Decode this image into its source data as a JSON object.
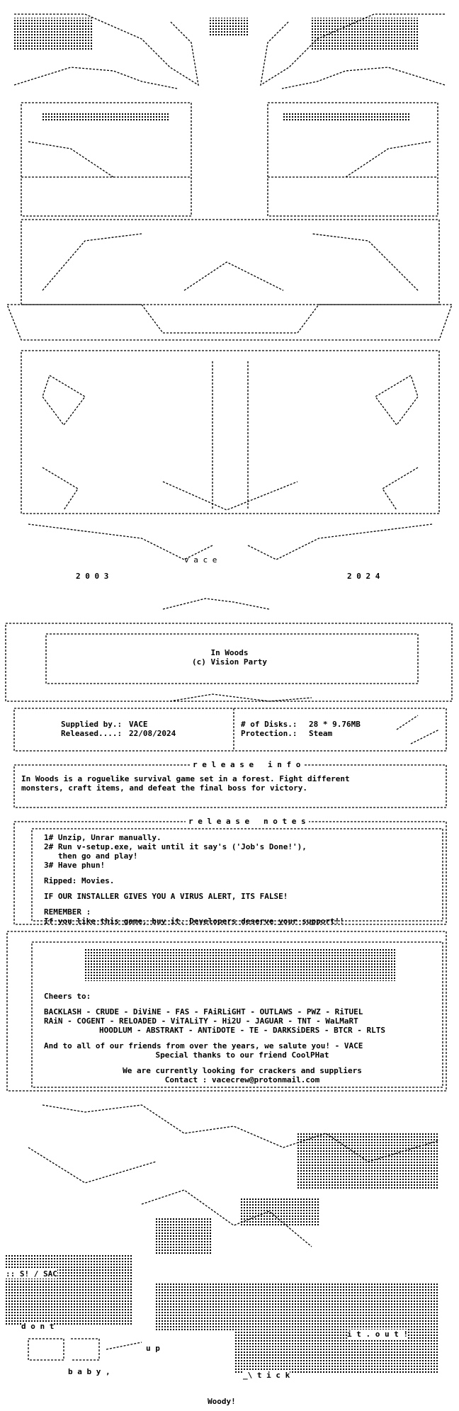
{
  "header": {
    "year_start": "2 0 0 3",
    "year_end": "2 0 2 4",
    "group_spaced": "v a c e"
  },
  "title_box": {
    "title": "In Woods",
    "subtitle": "(c) Vision Party"
  },
  "supply": {
    "supplied_by_label": "Supplied by.:",
    "supplied_by": "VACE",
    "released_label": "Released....:",
    "released": "22/08/2024",
    "disks_label": "# of Disks.:",
    "disks": "28 * 9.76MB",
    "protection_label": "Protection.:",
    "protection": "Steam"
  },
  "release_info": {
    "heading": "r e l e a s e   i n f o",
    "text_line1": "In Woods is a roguelike survival game set in a forest. Fight different",
    "text_line2": "monsters, craft items, and defeat the final boss for victory."
  },
  "release_notes": {
    "heading": "r e l e a s e   n o t e s",
    "step1": "1# Unzip, Unrar manually.",
    "step2a": "2# Run v-setup.exe, wait until it say's ('Job's Done!'),",
    "step2b": "   then go and play!",
    "step3": "3# Have phun!",
    "ripped": "Ripped: Movies.",
    "virus": "IF OUR INSTALLER GIVES YOU A VIRUS ALERT, ITS FALSE!",
    "remember": "REMEMBER :",
    "support": "If you like this game, buy it. Developers deserve your support!!"
  },
  "greets": {
    "cheers": "Cheers to:",
    "line1": "BACKLASH - CRUDE - DiViNE - FAS - FAiRLiGHT - OUTLAWS - PWZ - RiTUEL",
    "line2": "RAiN - COGENT - RELOADED - ViTALiTY - Hi2U - JAGUAR - TNT - WaLMaRT",
    "line3": "HOODLUM - ABSTRAKT - ANTiDOTE - TE - DARKSiDERS - BTCR - RLTS",
    "salute": "And to all of our friends from over the years, we salute you! - VACE",
    "thanks": "Special thanks to our friend CoolPHat",
    "looking": "We are currently looking for crackers and suppliers",
    "contact": "Contact : vacecrew@protonmail.com"
  },
  "footer": {
    "sac": ":: S! / SAC",
    "dont": "d o n t",
    "up": "u p",
    "baby": "b a b y ,",
    "it_out": "i t . o u t !",
    "stick": "_\\ t i c k",
    "signoff": "Woody!"
  }
}
